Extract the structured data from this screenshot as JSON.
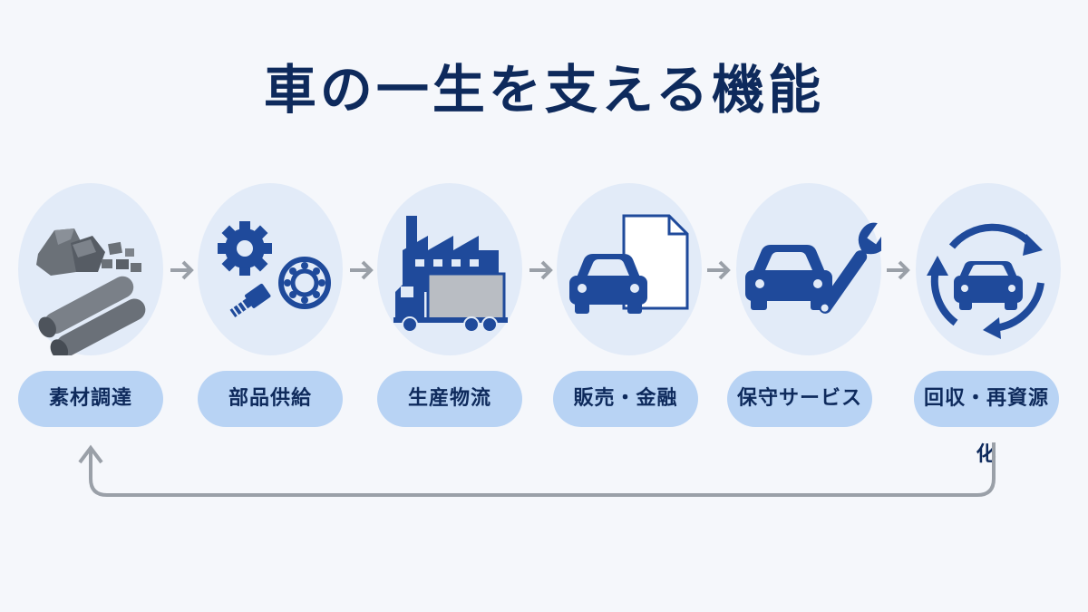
{
  "title": "車の一生を支える機能",
  "stages": [
    {
      "label": "素材調達",
      "icon": "raw-material-icon"
    },
    {
      "label": "部品供給",
      "icon": "parts-icon"
    },
    {
      "label": "生産物流",
      "icon": "factory-truck-icon"
    },
    {
      "label": "販売・金融",
      "icon": "car-document-icon"
    },
    {
      "label": "保守サービス",
      "icon": "car-wrench-icon"
    },
    {
      "label": "回収・再資源化",
      "icon": "car-recycle-icon"
    }
  ],
  "colors": {
    "title": "#0e2a5c",
    "icon_blue": "#1f4a9b",
    "icon_gray": "#5a6068",
    "circle_bg": "#e2ebf8",
    "pill_bg": "#b8d3f4",
    "arrow": "#9aa0a8"
  }
}
